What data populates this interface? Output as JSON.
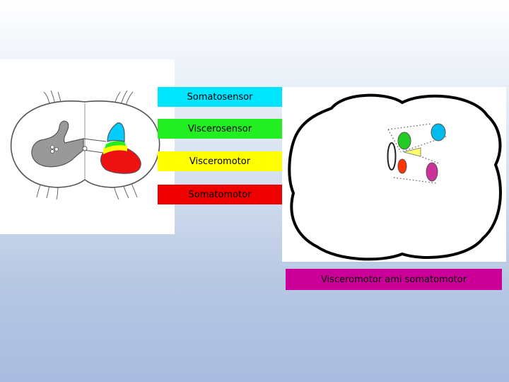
{
  "labels": {
    "somatosensor": {
      "text": "Somatosensor",
      "color": "#00e5ff"
    },
    "viscerosensor": {
      "text": "Viscerosensor",
      "color": "#22ee22"
    },
    "visceromotor": {
      "text": "Visceromotor",
      "color": "#ffff00"
    },
    "somatomotor": {
      "text": "Somatomotor",
      "color": "#ee0000"
    }
  },
  "combined": {
    "text": "Visceromotor ami somatomotor",
    "color": "#cc0099"
  },
  "colors": {
    "gray_matter": "#999999",
    "outline": "#555555",
    "nucleus_purple": "#cc3399",
    "nucleus_orange": "#ff3300",
    "triangle_yellow": "#ffff66"
  },
  "icons": {
    "spinal_cord": "spinal-cord-cross-section-icon",
    "brainstem": "brainstem-outline-icon"
  }
}
